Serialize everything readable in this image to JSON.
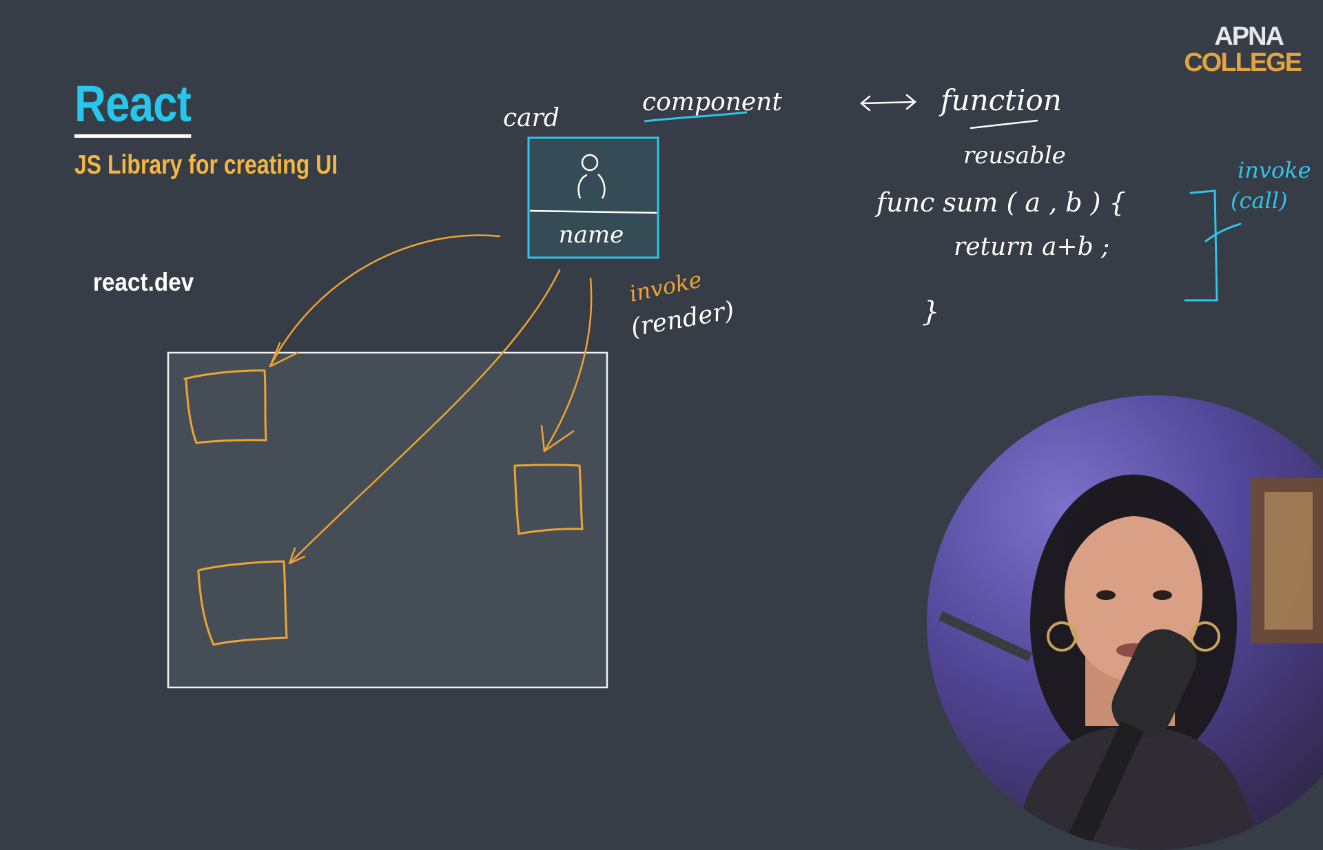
{
  "slide": {
    "title": "React",
    "subtitle": "JS Library for creating UI",
    "link": "react.dev"
  },
  "logo": {
    "line1": "APNA",
    "line2": "COLLEGE"
  },
  "annotations": {
    "card": "card",
    "component": "component",
    "function": "function",
    "reusable": "reusable",
    "card_field": "name",
    "invoke_render": [
      "invoke",
      "(render)"
    ],
    "invoke_call": [
      "invoke",
      "(call)"
    ],
    "code_line1": "func sum ( a , b ) {",
    "code_line2": "return a+b ;",
    "code_close": "}"
  },
  "colors": {
    "background": "#363d46",
    "title": "#27c6ec",
    "subtitle": "#f4b63f",
    "ink_orange": "#f0a232",
    "ink_blue": "#2fc4ea",
    "ink_white": "#ffffff",
    "logo_gold": "#e3a33f"
  },
  "icons": {
    "card_avatar": "person-icon",
    "arrow": "double-arrow-icon"
  }
}
